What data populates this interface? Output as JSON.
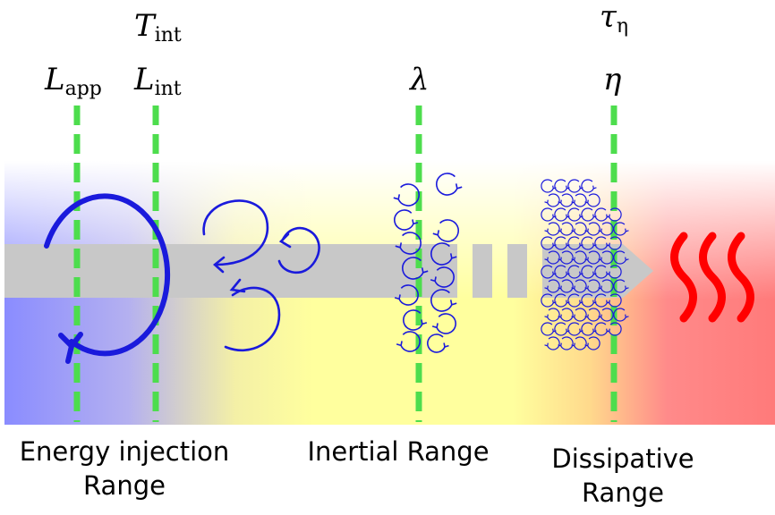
{
  "scales": [
    {
      "id": "L_app",
      "symbol": "L",
      "sub": "app"
    },
    {
      "id": "T_int",
      "symbol": "T",
      "sub": "int"
    },
    {
      "id": "L_int",
      "symbol": "L",
      "sub": "int"
    },
    {
      "id": "lambda",
      "symbol": "λ",
      "sub": ""
    },
    {
      "id": "tau_eta",
      "symbol": "τ",
      "sub": "η"
    },
    {
      "id": "eta",
      "symbol": "η",
      "sub": ""
    }
  ],
  "ranges": {
    "energy_injection": {
      "line1": "Energy injection",
      "line2": "Range"
    },
    "inertial": {
      "line1": "Inertial Range"
    },
    "dissipative": {
      "line1": "Dissipative",
      "line2": "Range"
    }
  },
  "colors": {
    "injection": "#8a8cff",
    "inertial": "#ffff9a",
    "dissipative": "#ff8a8a",
    "eddy": "#1a1adc",
    "cascade_arrow": "#c8c8c8",
    "scale_line": "#4ddd4d",
    "heat": "#ff0000"
  },
  "icons": {
    "heat": "heat-wave-icon",
    "eddy": "eddy-icon"
  }
}
